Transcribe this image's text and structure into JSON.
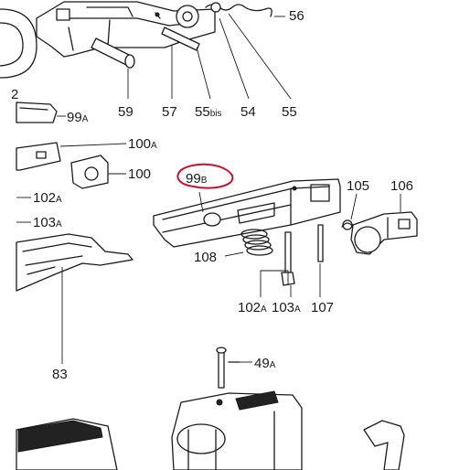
{
  "labels": {
    "l56": "56",
    "l59": "59",
    "l57": "57",
    "l55bis_main": "55",
    "l55bis_sub": "bis",
    "l54": "54",
    "l55": "55",
    "l2": "2",
    "l99a_main": "99",
    "l99a_sub": "A",
    "l100a_main": "100",
    "l100a_sub": "A",
    "l100": "100",
    "l99b_main": "99",
    "l99b_sub": "B",
    "l105": "105",
    "l106": "106",
    "l102a_left_main": "102",
    "l102a_left_sub": "A",
    "l103a_left_main": "103",
    "l103a_left_sub": "A",
    "l108": "108",
    "l102a_main": "102",
    "l102a_sub": "A",
    "l103a_main": "103",
    "l103a_sub": "A",
    "l107": "107",
    "l83": "83",
    "l49a_main": "49",
    "l49a_sub": "A"
  },
  "highlight": {
    "color": "#c8102e",
    "target": "99B"
  },
  "colors": {
    "ink": "#1a1a1a",
    "background": "#ffffff"
  }
}
